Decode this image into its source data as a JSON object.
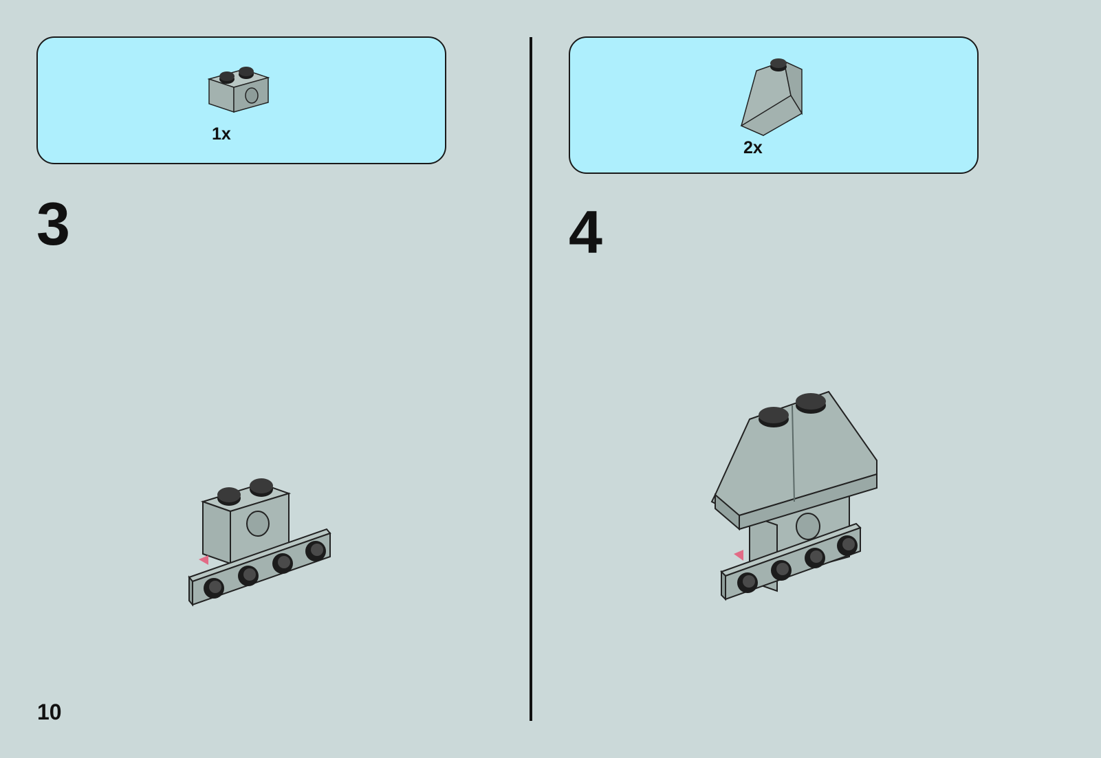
{
  "page": {
    "number": "10",
    "background": "#cbd9d9",
    "parts_box_color": "#aeeffd",
    "brick_color": "#a3b2af",
    "stud_color": "#1c1c1c",
    "marker_color": "#e26b86"
  },
  "steps": [
    {
      "number": "3",
      "parts": [
        {
          "icon": "technic-brick-1x2-icon",
          "quantity": "1x"
        }
      ],
      "illustration": "step-3-assembly-icon"
    },
    {
      "number": "4",
      "parts": [
        {
          "icon": "slope-brick-icon",
          "quantity": "2x"
        }
      ],
      "illustration": "step-4-assembly-icon"
    }
  ]
}
